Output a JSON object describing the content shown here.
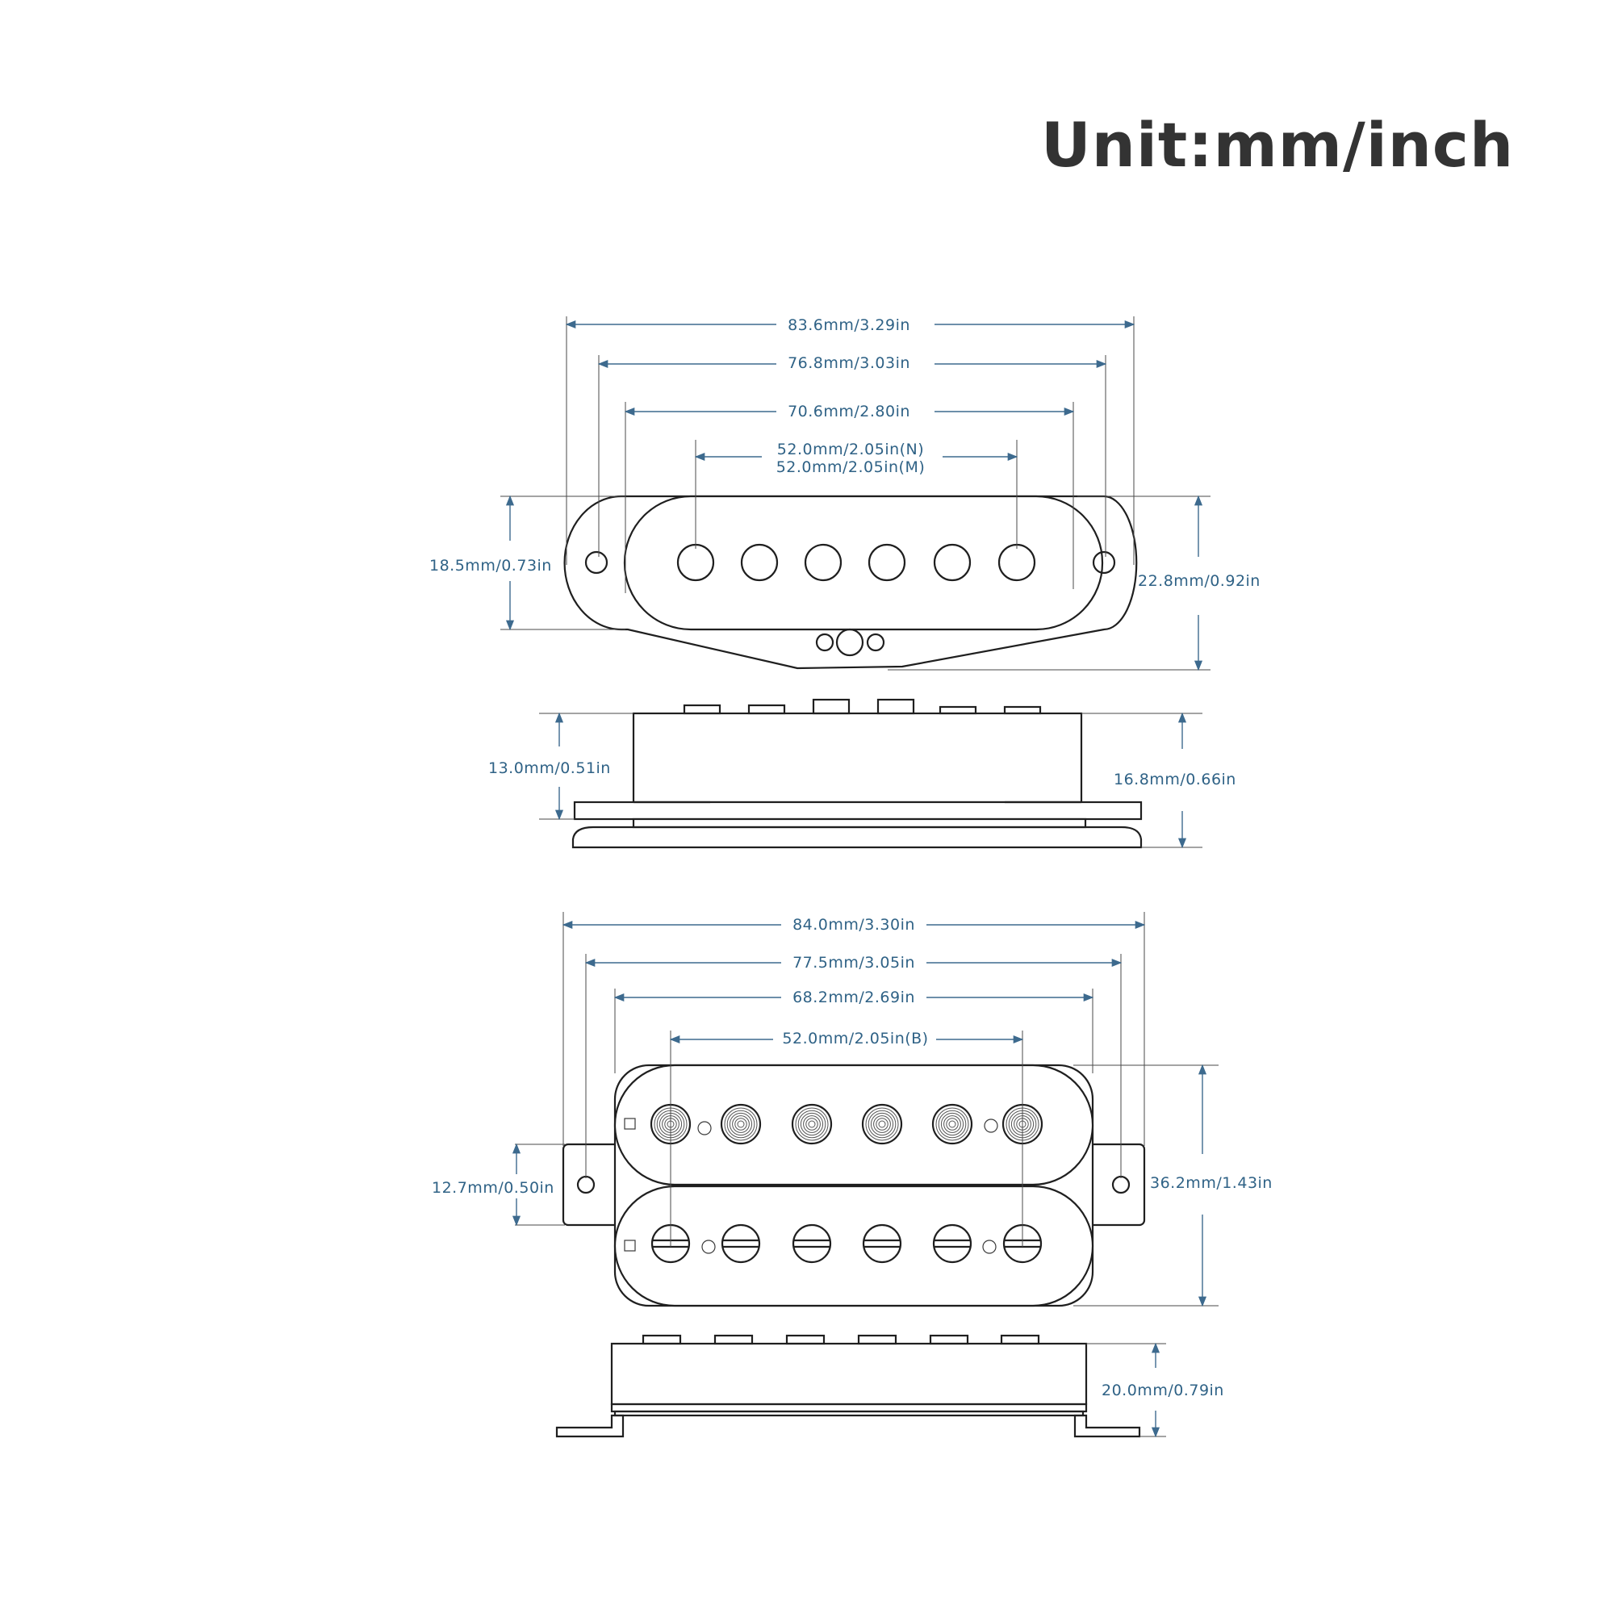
{
  "title": "Unit:mm/inch",
  "colors": {
    "dimension": "#2f6286",
    "outline": "#1f1f1f",
    "title": "#333333"
  },
  "single_coil": {
    "top_view": {
      "overall_length": "83.6mm/3.29in",
      "mount_hole_spacing": "76.8mm/3.03in",
      "cover_length": "70.6mm/2.80in",
      "pole_spacing_n": "52.0mm/2.05in(N)",
      "pole_spacing_m": "52.0mm/2.05in(M)",
      "cover_width": "18.5mm/0.73in",
      "width_with_tab": "22.8mm/0.92in",
      "pole_count": 6
    },
    "side_view": {
      "cover_height": "13.0mm/0.51in",
      "total_height": "16.8mm/0.66in"
    }
  },
  "humbucker": {
    "top_view": {
      "overall_length": "84.0mm/3.30in",
      "mount_hole_spacing": "77.5mm/3.05in",
      "cover_length": "68.2mm/2.69in",
      "pole_spacing_b": "52.0mm/2.05in(B)",
      "ear_width": "12.7mm/0.50in",
      "width": "36.2mm/1.43in",
      "pole_count_per_coil": 6
    },
    "side_view": {
      "height": "20.0mm/0.79in"
    }
  }
}
